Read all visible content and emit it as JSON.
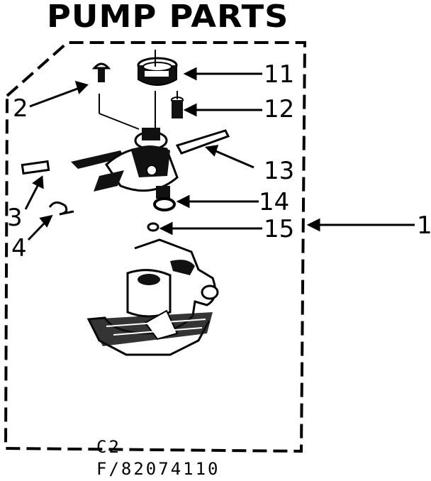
{
  "title": "PUMP PARTS",
  "callouts": [
    {
      "id": "1",
      "label": "1"
    },
    {
      "id": "2",
      "label": "2"
    },
    {
      "id": "3",
      "label": "3"
    },
    {
      "id": "4",
      "label": "4"
    },
    {
      "id": "11",
      "label": "11"
    },
    {
      "id": "12",
      "label": "12"
    },
    {
      "id": "13",
      "label": "13"
    },
    {
      "id": "14",
      "label": "14"
    },
    {
      "id": "15",
      "label": "15"
    }
  ],
  "footer": {
    "code": "C2",
    "figure": "F/82074110"
  }
}
